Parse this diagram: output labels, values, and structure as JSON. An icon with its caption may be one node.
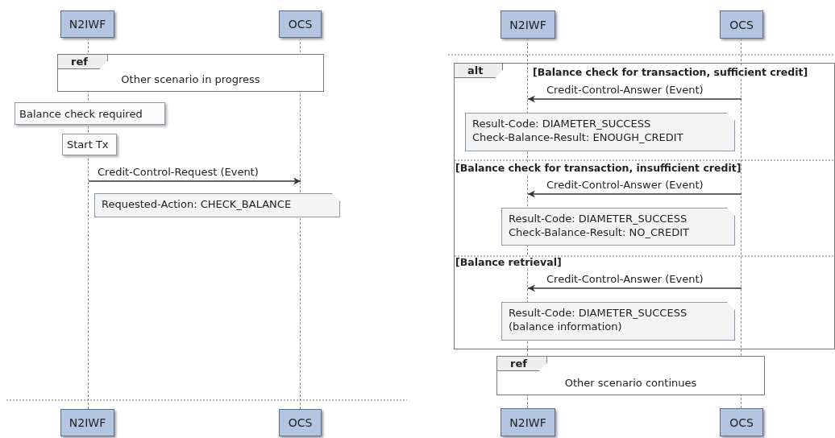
{
  "diagram": {
    "nodes": [
      {
        "text": [
          "N2IWF"
        ]
      },
      {
        "text": [
          "OCS"
        ]
      },
      {
        "text": [],
        "shape": "line"
      },
      {
        "text": [],
        "shape": "line"
      },
      {
        "text": [
          "ref",
          "Other scenario in progress"
        ]
      },
      {
        "text": [
          "Balance check required"
        ]
      },
      {
        "text": [
          "Start Tx"
        ]
      },
      {
        "text": [
          "Requested-Action: CHECK_BALANCE"
        ]
      },
      {
        "text": [
          "N2IWF"
        ]
      },
      {
        "text": [
          "OCS"
        ]
      },
      {
        "text": [
          "N2IWF"
        ]
      },
      {
        "text": [
          "OCS"
        ]
      },
      {
        "text": [],
        "shape": "line"
      },
      {
        "text": [],
        "shape": "line"
      },
      {
        "text": [
          "alt",
          "[Balance check for transaction, sufficient credit]",
          "[Balance check for transaction, insufficient credit]",
          "[Balance retrieval]"
        ]
      },
      {
        "text": [
          "Result-Code: DIAMETER_SUCCESS Check-Balance-Result: ENOUGH_CREDIT"
        ],
        "in": 14
      },
      {
        "text": [
          "Result-Code: DIAMETER_SUCCESS Check-Balance-Result: NO_CREDIT"
        ],
        "in": 14
      },
      {
        "text": [
          "Result-Code: DIAMETER_SUCCESS (balance information)"
        ],
        "in": 14
      },
      {
        "text": [
          "ref",
          "Other scenario continues"
        ]
      },
      {
        "text": [
          "N2IWF"
        ]
      },
      {
        "text": [
          "OCS"
        ]
      }
    ],
    "edges": [
      {
        "from": 2,
        "to": 3,
        "arrow": "to",
        "label": "Credit-Control-Request (Event)"
      },
      {
        "from": 13,
        "to": 12,
        "arrow": "to",
        "label": "Credit-Control-Answer (Event)"
      },
      {
        "from": 13,
        "to": 12,
        "arrow": "to",
        "label": "Credit-Control-Answer (Event)"
      },
      {
        "from": 13,
        "to": 12,
        "arrow": "to",
        "label": "Credit-Control-Answer (Event)"
      }
    ]
  }
}
